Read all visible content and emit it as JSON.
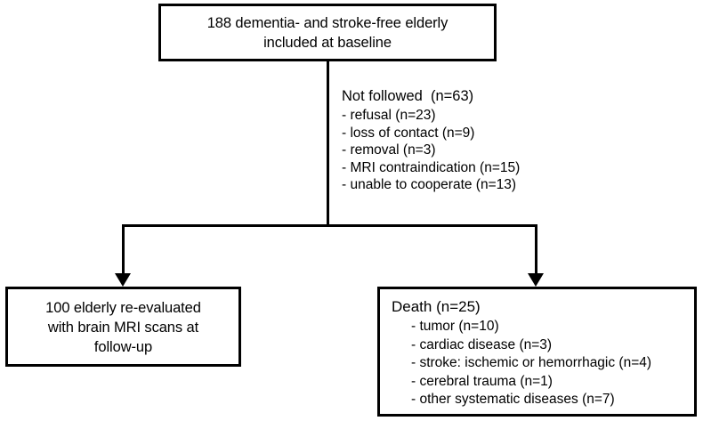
{
  "figure": {
    "type": "study-flowchart",
    "colors": {
      "background": "#ffffff",
      "stroke": "#000000",
      "text": "#000000"
    }
  },
  "baseline_box": {
    "line1": "188 dementia- and stroke-free elderly",
    "line2": "included at baseline"
  },
  "not_followed": {
    "title": "Not followed  (n=63)",
    "items": [
      "- refusal (n=23)",
      "- loss of contact (n=9)",
      "- removal (n=3)",
      "- MRI contraindication (n=15)",
      "- unable to cooperate (n=13)"
    ]
  },
  "followup_box": {
    "line1": "100 elderly re-evaluated",
    "line2": "with brain MRI scans at",
    "line3": "follow-up"
  },
  "death_box": {
    "title": "Death (n=25)",
    "items": [
      "- tumor (n=10)",
      "- cardiac disease (n=3)",
      "- stroke: ischemic or hemorrhagic (n=4)",
      "- cerebral trauma (n=1)",
      "- other systematic diseases (n=7)"
    ]
  }
}
